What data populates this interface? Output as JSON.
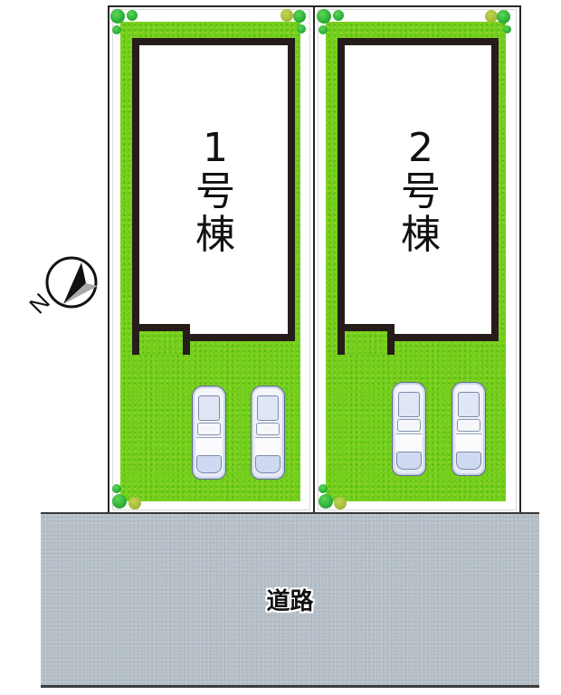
{
  "diagram": {
    "type": "site-plan",
    "lots": [
      {
        "id": "lot-1",
        "label_number": "1",
        "label_suffix_1": "号",
        "label_suffix_2": "棟",
        "parking_spaces": 2
      },
      {
        "id": "lot-2",
        "label_number": "2",
        "label_suffix_1": "号",
        "label_suffix_2": "棟",
        "parking_spaces": 2
      }
    ],
    "road": {
      "label": "道路"
    },
    "compass": {
      "direction_label": "N",
      "icon": "north-arrow-icon"
    },
    "colors": {
      "lawn": "#6fcf1b",
      "building_outline": "#261d1b",
      "road": "#b4bec6",
      "lot_border": "#2a2526",
      "tree_green": "#2fb33a",
      "tree_olive": "#a8bb3a",
      "car_body": "#eef1f8"
    }
  }
}
